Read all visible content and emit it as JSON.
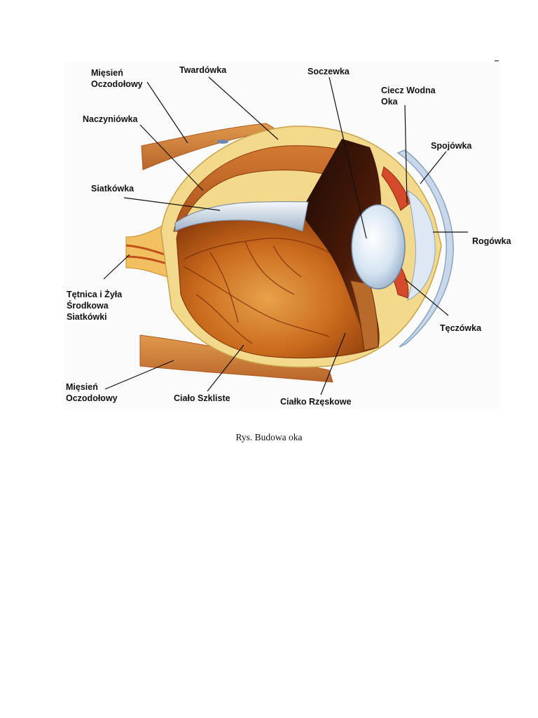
{
  "figure": {
    "labels": {
      "miesien_top": [
        "Mięsień",
        "Oczodołowy"
      ],
      "twardowka": "Twardówka",
      "soczewka": "Soczewka",
      "ciecz": [
        "Ciecz Wodna",
        "Oka"
      ],
      "naczyniowka": "Naczyniówka",
      "spojowka": "Spojówka",
      "siatkowka": "Siatkówka",
      "rogowka": "Rogówka",
      "tetnica": [
        "Tętnica i Żyła",
        "Środkowa",
        "Siatkówki"
      ],
      "teczowka": "Tęczówka",
      "miesien_bottom": [
        "Mięsień",
        "Oczodołowy"
      ],
      "cialo_szkliste": "Ciało Szkliste",
      "cialko_rzeskowe": "Ciałko Rzęskowe"
    }
  },
  "caption": "Rys. Budowa oka"
}
